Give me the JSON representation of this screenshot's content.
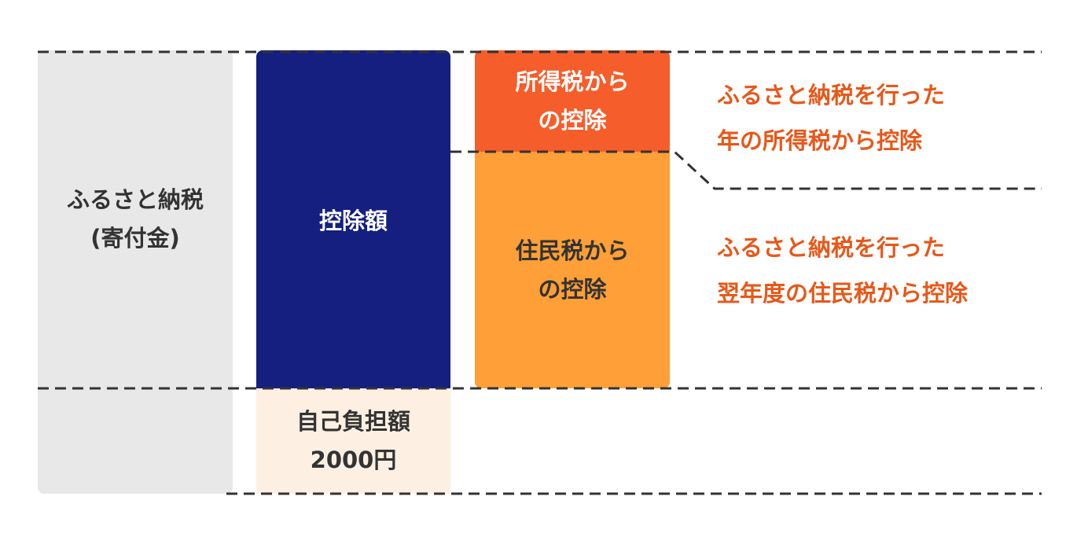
{
  "donation": {
    "line1": "ふるさと納税",
    "line2": "(寄付金)"
  },
  "deduction": {
    "label": "控除額"
  },
  "self_burden": {
    "line1": "自己負担額",
    "line2": "2000円"
  },
  "income_tax": {
    "line1": "所得税から",
    "line2": "の控除"
  },
  "resident_tax": {
    "line1": "住民税から",
    "line2": "の控除"
  },
  "income_note": {
    "line1": "ふるさと納税を行った",
    "line2": "年の所得税から控除"
  },
  "resident_note": {
    "line1": "ふるさと納税を行った",
    "line2": "翌年度の住民税から控除"
  },
  "colors": {
    "donation_bg": "#e8e8e8",
    "deduction_bg": "#141f80",
    "self_burden_bg": "#fdf0e2",
    "income_tax_bg": "#f55d2b",
    "resident_tax_bg": "#fe9f37",
    "note_text": "#e7581a",
    "guide_line": "#333333"
  }
}
